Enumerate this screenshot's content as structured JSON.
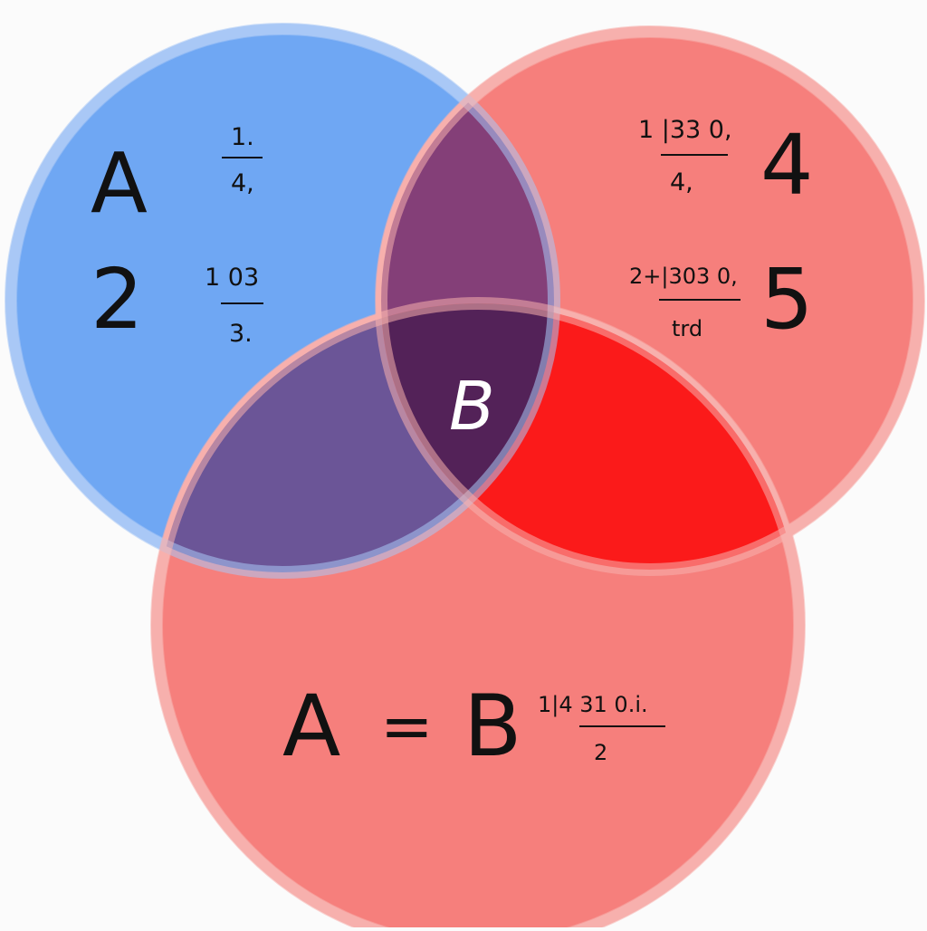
{
  "diagram": {
    "circles": [
      {
        "id": "blue-circle",
        "color": "#6fa7f3",
        "ring_color": "#a9c8f5"
      },
      {
        "id": "top-red-circle",
        "color": "#f67f7c",
        "ring_color": "#f7b0ad"
      },
      {
        "id": "bottom-red-circle",
        "color": "#f67f7c",
        "ring_color": "#f7b0ad"
      }
    ],
    "overlap_colors": {
      "blue_top_red": "#843f78",
      "blue_bottom_red": "#6b5597",
      "top_red_bottom_red": "#fb1a1a",
      "center": "#532258"
    },
    "labels": {
      "a": "A",
      "two": "2",
      "four": "4",
      "five": "5",
      "b_center": "B",
      "equation_a": "A",
      "equation_equals": "=",
      "equation_b": "B"
    },
    "fractions": {
      "left_top": {
        "numerator": "1.",
        "denominator": "4,"
      },
      "left_bottom": {
        "numerator": "1 03",
        "denominator": "3."
      },
      "right_top": {
        "numerator": "1 |33 0,",
        "denominator": "4,"
      },
      "right_bottom": {
        "numerator": "2+|303 0,",
        "denominator": "trd"
      },
      "bottom": {
        "numerator": "1|4 31 0.i.",
        "denominator": "2"
      }
    }
  }
}
